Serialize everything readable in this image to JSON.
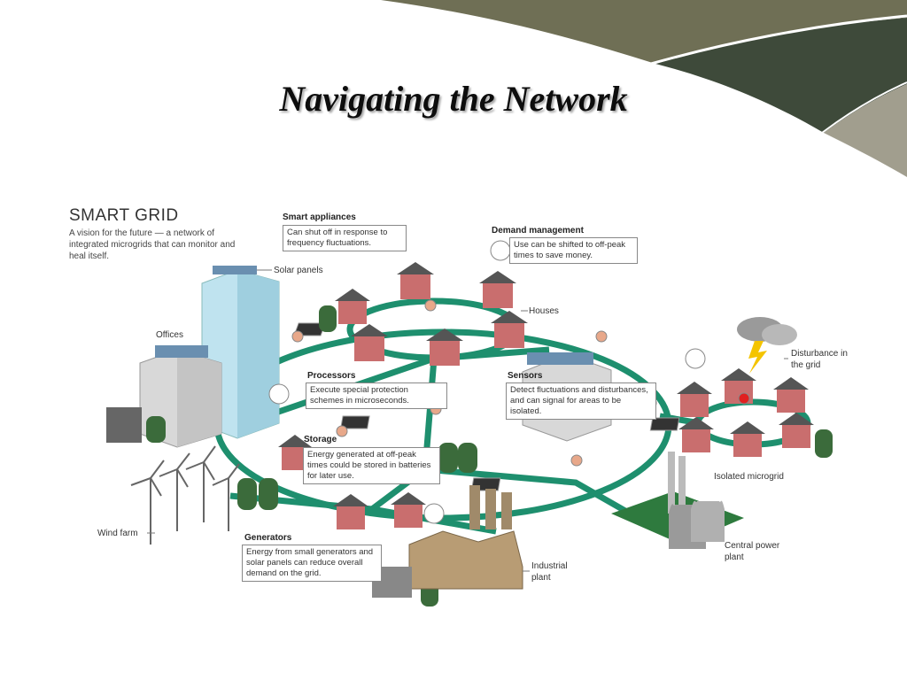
{
  "slide": {
    "title": "Navigating the Network"
  },
  "colors": {
    "accent_dark": "#3e4a3a",
    "accent_olive": "#6f6f55",
    "accent_gray": "#a19e8e",
    "network_green": "#1e8f6e"
  },
  "diagram": {
    "heading": "SMART GRID",
    "subtitle": "A vision for the future — a network of integrated microgrids that can monitor and heal itself.",
    "callouts": {
      "smart_appliances": {
        "title": "Smart appliances",
        "text": "Can shut off in response to frequency fluctuations."
      },
      "demand_management": {
        "title": "Demand management",
        "text": "Use can be shifted to off-peak times to save money."
      },
      "processors": {
        "title": "Processors",
        "text": "Execute special protection schemes in microseconds."
      },
      "sensors": {
        "title": "Sensors",
        "text": "Detect fluctuations and disturbances, and can signal for areas to be isolated."
      },
      "storage": {
        "title": "Storage",
        "text": "Energy generated at off-peak times could be stored in batteries for later use."
      },
      "generators": {
        "title": "Generators",
        "text": "Energy from small generators and solar panels can reduce overall demand on the grid."
      }
    },
    "labels": {
      "solar_panels": "Solar panels",
      "offices": "Offices",
      "houses": "Houses",
      "disturbance": "Disturbance in the grid",
      "isolated_microgrid": "Isolated microgrid",
      "wind_farm": "Wind farm",
      "industrial_plant": "Industrial plant",
      "central_power_plant": "Central power plant"
    }
  }
}
